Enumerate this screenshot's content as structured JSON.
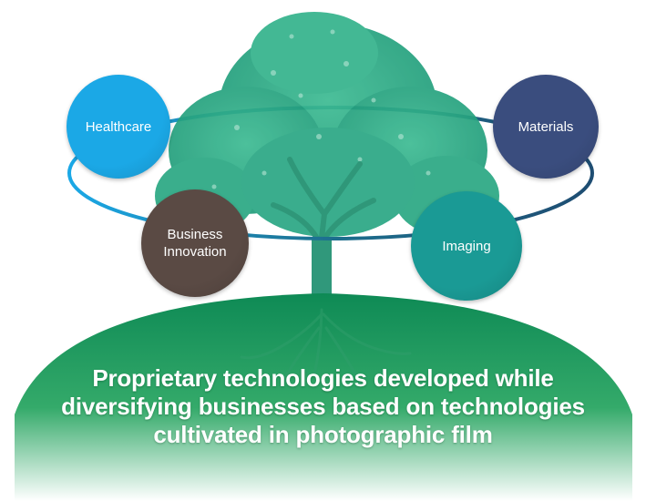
{
  "diagram": {
    "center_image": "tree-with-roots",
    "nodes": [
      {
        "id": "healthcare",
        "lines": [
          "Healthcare"
        ],
        "color": "#1ba8e6"
      },
      {
        "id": "materials",
        "lines": [
          "Materials"
        ],
        "color": "#3a4d7e"
      },
      {
        "id": "business",
        "lines": [
          "Business",
          "Innovation"
        ],
        "color": "#5a4a44"
      },
      {
        "id": "imaging",
        "lines": [
          "Imaging"
        ],
        "color": "#1a9a95"
      }
    ],
    "caption": [
      "Proprietary technologies developed while",
      "diversifying businesses based on technologies",
      "cultivated in photographic film"
    ]
  },
  "colors": {
    "tree": "#2fae8a",
    "ground_top": "#0e8a55",
    "ground_bottom": "#ffffff",
    "orbit_start": "#1ba8e6",
    "orbit_end": "#1a5a80"
  }
}
